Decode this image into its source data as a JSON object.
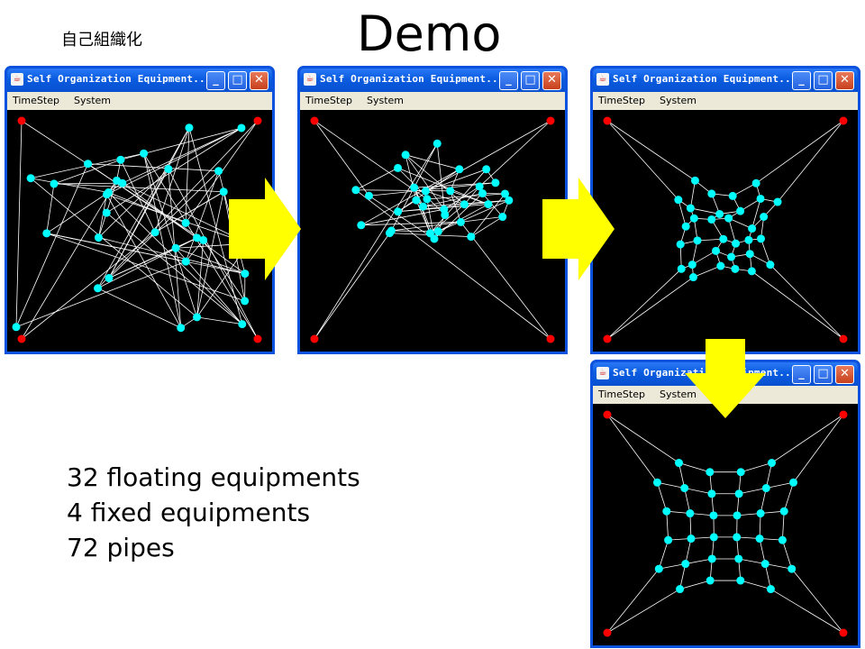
{
  "slide": {
    "subtitle": "自己組織化",
    "title": "Demo",
    "stats": [
      "32 floating equipments",
      "4 fixed equipments",
      "72 pipes"
    ]
  },
  "window": {
    "title": "Self Organization Equipment...",
    "menu": [
      "TimeStep",
      "System"
    ]
  },
  "colors": {
    "floating_node": "#00ffff",
    "fixed_node": "#ff0000",
    "pipe": "#ffffff",
    "arrow": "#ffff00"
  }
}
